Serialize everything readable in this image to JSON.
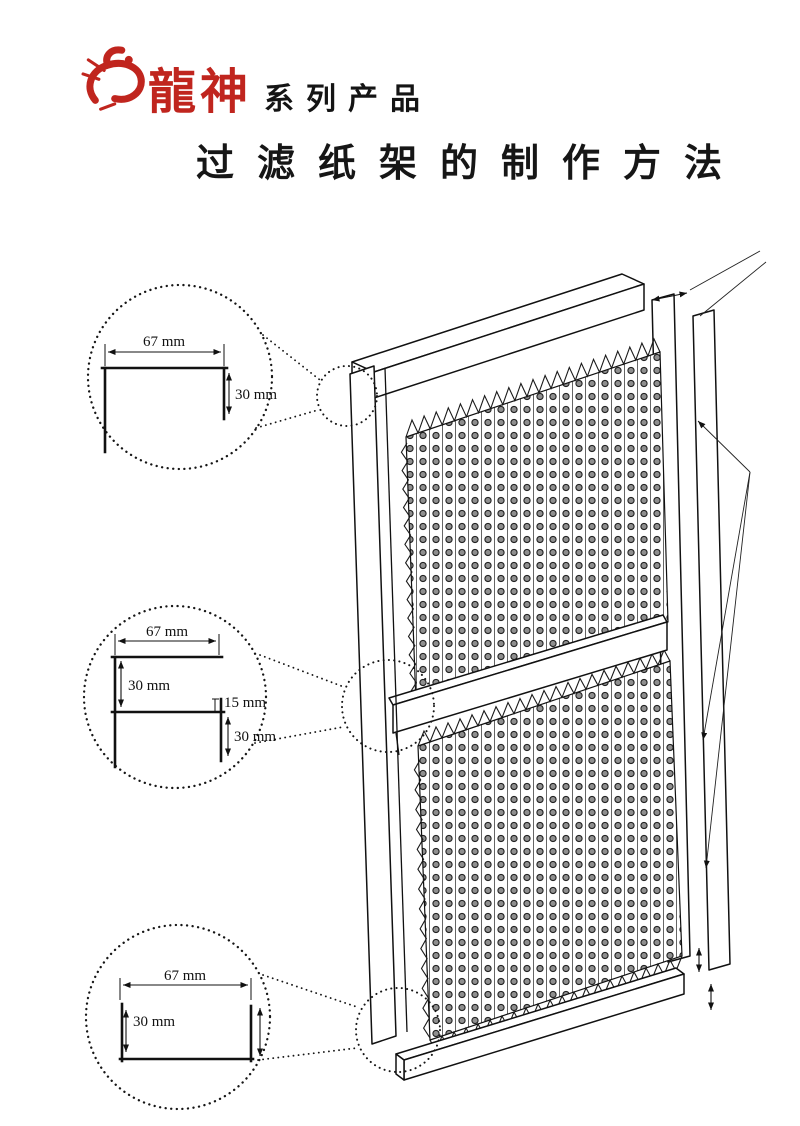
{
  "page": {
    "background": "#ffffff"
  },
  "header": {
    "brand_name": "龍神",
    "brand_suffix": "系列产品",
    "title": "过滤纸架的制作方法",
    "brand_color": "#c0251e",
    "logo_icon": "dragon-logo"
  },
  "diagram": {
    "subject": "filter-paper-frame-perspective-drawing",
    "details": {
      "top_channel": {
        "width": "67 mm",
        "depth": "30 mm"
      },
      "middle_channel": {
        "width": "67 mm",
        "upper": "30 mm",
        "lip": "15 mm",
        "lower": "30 mm"
      },
      "bottom_channel": {
        "width": "67 mm",
        "depth": "30 mm"
      }
    }
  }
}
